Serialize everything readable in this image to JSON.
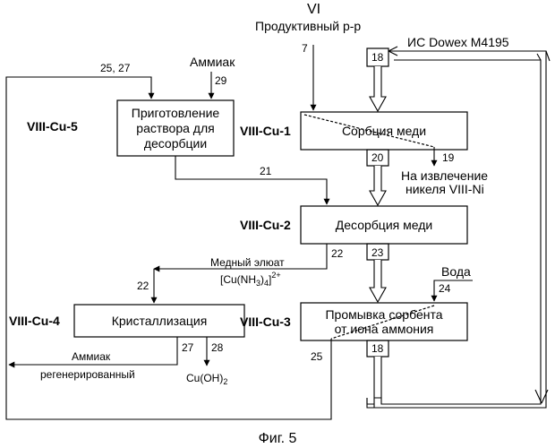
{
  "figure": {
    "caption": "Фиг. 5",
    "roman_mark": "VI",
    "feed_label": "Продуктивный р-р",
    "sorbent_label": "ИС Dowex M4195",
    "ammonia_label": "Аммиак",
    "water_label": "Вода",
    "nickel_label_1": "На извлечение",
    "nickel_label_2": "никеля VIII-Ni",
    "eluate_label": "Медный элюат",
    "eluate_formula_open": "[Cu(NH",
    "eluate_formula_sub3": "3",
    "eluate_formula_mid": ")",
    "eluate_formula_sub4": "4",
    "eluate_formula_close": "]",
    "eluate_formula_sup": "2+",
    "regen_label_1": "Аммиак",
    "regen_label_2": "регенерированный",
    "hydroxide_main": "Cu(OH)",
    "hydroxide_sub": "2"
  },
  "blocks": {
    "sorption": {
      "code": "VIII-Cu-1",
      "text": "Сорбция меди"
    },
    "desorption": {
      "code": "VIII-Cu-2",
      "text": "Десорбция меди"
    },
    "washing": {
      "code": "VIII-Cu-3",
      "line1": "Промывка сорбента",
      "line2": "от иона аммония"
    },
    "crystallization": {
      "code": "VIII-Cu-4",
      "text": "Кристаллизация"
    },
    "preparation": {
      "code": "VIII-Cu-5",
      "line1": "Приготовление",
      "line2": "раствора для",
      "line3": "десорбции"
    }
  },
  "streams": {
    "s7": "7",
    "s18_top": "18",
    "s19": "19",
    "s20": "20",
    "s21": "21",
    "s22_a": "22",
    "s22_b": "22",
    "s23": "23",
    "s24": "24",
    "s25": "25",
    "s25_27": "25, 27",
    "s27": "27",
    "s28": "28",
    "s29": "29",
    "s18_bottom": "18"
  },
  "colors": {
    "line": "#000000",
    "background": "#ffffff"
  }
}
